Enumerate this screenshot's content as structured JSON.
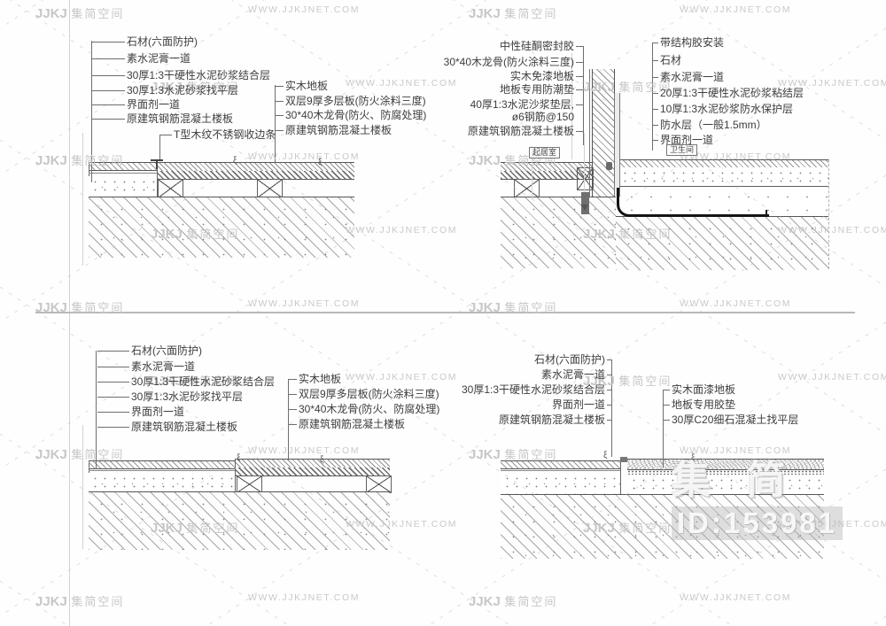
{
  "watermarks": {
    "brand": "JJKJ",
    "brand_name": "集简空间",
    "site": "WWW.JJKJNET.COM",
    "overlay_large": "集 简",
    "overlay_id": "ID:153981"
  },
  "details": {
    "d1": {
      "left_labels": [
        "石材(六面防护)",
        "素水泥膏一道",
        "30厚1:3干硬性水泥砂浆结合层",
        "30厚1:3水泥砂浆找平层",
        "界面剂一道",
        "原建筑钢筋混凝土楼板"
      ],
      "edge_label": "T型木纹不锈钢收边条",
      "right_labels": [
        "实木地板",
        "双层9厚多层板(防火涂料三度)",
        "30*40木龙骨(防火、防腐处理)",
        "原建筑钢筋混凝土楼板"
      ]
    },
    "d2": {
      "left_labels": [
        "中性硅酮密封胶",
        "30*40木龙骨(防火涂料三度)",
        "实木免漆地板",
        "地板专用防潮垫",
        "40厚1:3水泥沙浆垫层,",
        "ø6钢筋@150",
        "原建筑钢筋混凝土楼板"
      ],
      "right_labels": [
        "带结构胶安装",
        "石材",
        "素水泥膏一道",
        "20厚1:3干硬性水泥砂浆粘结层",
        "10厚1:3水泥砂浆防水保护层",
        "防水层（一般1.5mm）",
        "界面剂一道"
      ],
      "room_left": "起居室",
      "room_right": "卫生间"
    },
    "d3": {
      "left_labels": [
        "石材(六面防护)",
        "素水泥膏一道",
        "30厚1:3干硬性水泥砂浆结合层",
        "30厚1:3水泥砂浆找平层",
        "界面剂一道",
        "原建筑钢筋混凝土楼板"
      ],
      "right_labels": [
        "实木地板",
        "双层9厚多层板(防火涂料三度)",
        "30*40木龙骨(防火、防腐处理)",
        "原建筑钢筋混凝土楼板"
      ]
    },
    "d4": {
      "left_labels": [
        "石材(六面防护)",
        "素水泥膏一道",
        "30厚1:3干硬性水泥砂浆结合层",
        "界面剂一道",
        "原建筑钢筋混凝土楼板"
      ],
      "right_labels": [
        "实木面漆地板",
        "地板专用胶垫",
        "30厚C20细石混凝土找平层"
      ]
    }
  }
}
